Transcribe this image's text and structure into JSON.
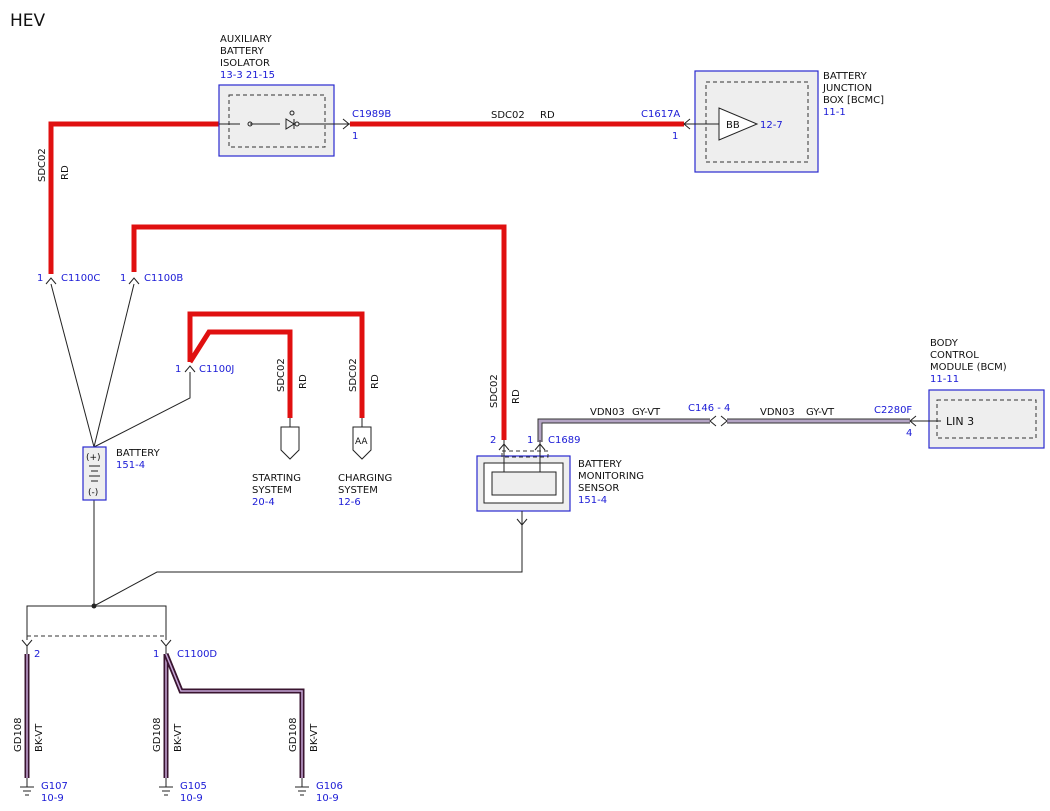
{
  "title": "HEV",
  "components": {
    "isolator": {
      "name": [
        "AUXILIARY",
        "BATTERY",
        "ISOLATOR"
      ],
      "refs": "13-3  21-15"
    },
    "junction_box": {
      "name": [
        "BATTERY",
        "JUNCTION",
        "BOX [BCMC]"
      ],
      "ref": "11-1",
      "inner": "BB",
      "inner_ref": "12-7"
    },
    "bcm": {
      "name": [
        "BODY",
        "CONTROL",
        "MODULE (BCM)"
      ],
      "ref": "11-11",
      "inner": "LIN 3"
    },
    "battery": {
      "name": "BATTERY",
      "ref": "151-4",
      "plus": "(+)",
      "minus": "(-)"
    },
    "bms": {
      "name": [
        "BATTERY",
        "MONITORING",
        "SENSOR"
      ],
      "ref": "151-4"
    },
    "starting": {
      "name": [
        "STARTING",
        "SYSTEM"
      ],
      "ref": "20-4"
    },
    "charging": {
      "name": [
        "CHARGING",
        "SYSTEM"
      ],
      "ref": "12-6",
      "inner": "AA"
    }
  },
  "connectors": {
    "c1989b": {
      "id": "C1989B",
      "pin": "1"
    },
    "c1617a": {
      "id": "C1617A",
      "pin": "1"
    },
    "c1100c": {
      "id": "C1100C",
      "pin": "1"
    },
    "c1100b": {
      "id": "C1100B",
      "pin": "1"
    },
    "c1100j": {
      "id": "C1100J",
      "pin": "1"
    },
    "c1689": {
      "id": "C1689",
      "pin_a": "2",
      "pin_b": "1"
    },
    "c146": {
      "id": "C146 - 4"
    },
    "c2280f": {
      "id": "C2280F",
      "pin": "4"
    },
    "c1100d": {
      "id": "C1100D",
      "pin_a": "2",
      "pin_b": "1"
    }
  },
  "wires": {
    "sdc02": "SDC02",
    "rd": "RD",
    "vdn03": "VDN03",
    "gyvt": "GY-VT",
    "gd108": "GD108",
    "bkvt": "BK-VT"
  },
  "grounds": [
    {
      "id": "G107",
      "ref": "10-9"
    },
    {
      "id": "G105",
      "ref": "10-9"
    },
    {
      "id": "G106",
      "ref": "10-9"
    }
  ],
  "colors": {
    "red_wire": "#e01010",
    "gyvt_wire": "#8a7a9a",
    "bkvt_wire": "#3a1530",
    "component_border": "#2a2acf",
    "ref_text": "#1a1ad6"
  }
}
